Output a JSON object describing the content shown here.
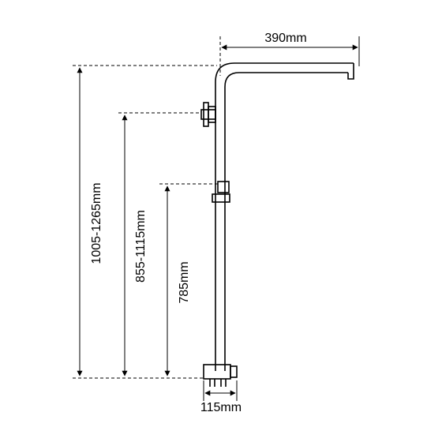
{
  "dimensions": {
    "arm_length": "390mm",
    "total_height": "1005-1265mm",
    "valve_height": "855-1115mm",
    "holder_height": "785mm",
    "base_width": "115mm"
  }
}
